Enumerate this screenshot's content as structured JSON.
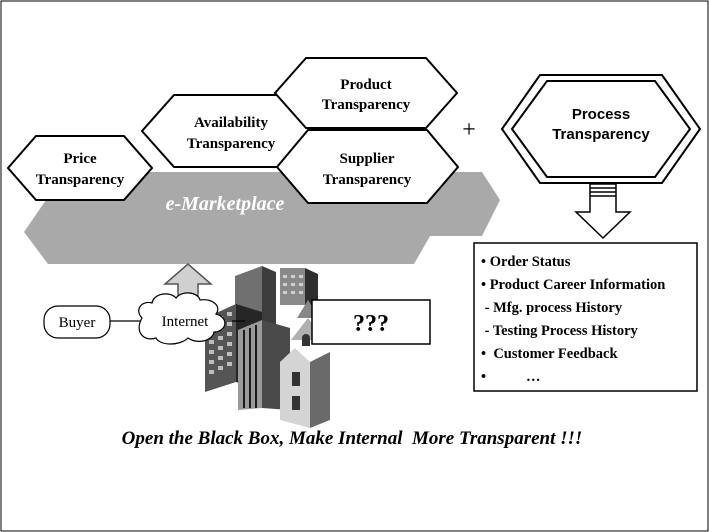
{
  "hexagons": {
    "price": [
      "Price",
      "Transparency"
    ],
    "availability": [
      "Availability",
      "Transparency"
    ],
    "product": [
      "Product",
      "Transparency"
    ],
    "supplier": [
      "Supplier",
      "Transparency"
    ]
  },
  "marketplace_label": "e-Marketplace",
  "plus": "+",
  "process_transparency": [
    "Process",
    "Transparency"
  ],
  "details_list": [
    "• Order Status",
    "• Product Career Information",
    " - Mfg. process History",
    " - Testing Process History",
    "•  Customer Feedback",
    "•           …"
  ],
  "buyer": "Buyer",
  "internet": "Internet",
  "unknown_box": "???",
  "caption": "Open the Black Box, Make Internal  More Transparent !!!"
}
